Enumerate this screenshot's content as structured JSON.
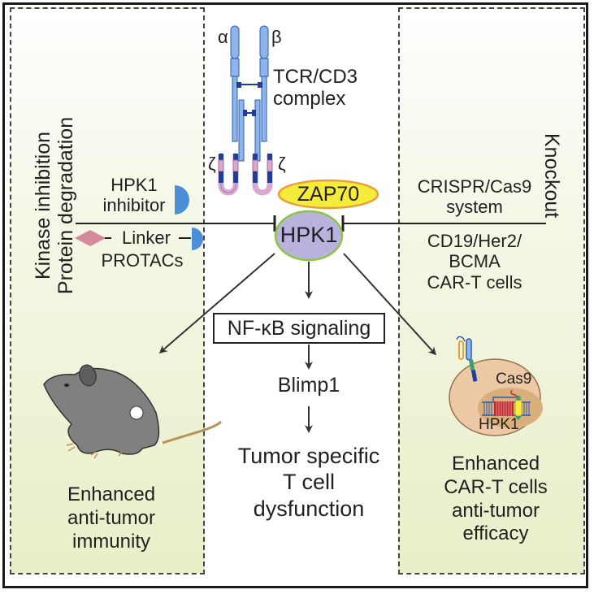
{
  "colors": {
    "panel_gradient_top": "#ffffff",
    "panel_gradient_bottom": "#e8efc8",
    "tcr_chain": "#8fb4e8",
    "tcr_chain_dark": "#2a5db0",
    "zeta_band": "#d9a8d0",
    "zap70_fill": "#f4ec3a",
    "zap70_stroke": "#e8a03a",
    "hpk1_fill": "#b9b2dc",
    "hpk1_stroke": "#8cc63f",
    "inhibitor_blue": "#4a8fd8",
    "protac_pink": "#d48a9a",
    "mouse_gray": "#808080",
    "mouse_tail": "#b8935a",
    "cell_fill": "#ecc9a4",
    "cell_stroke": "#9a7050",
    "nucleus_fill": "#d9b07c"
  },
  "tcr": {
    "alpha_label": "α",
    "beta_label": "β",
    "complex_label_line1": "TCR/CD3",
    "complex_label_line2": "complex",
    "zeta_left": "ζ",
    "zeta_right": "ζ"
  },
  "zap70": {
    "label": "ZAP70"
  },
  "hpk1": {
    "label": "HPK1"
  },
  "center": {
    "nfkb_label": "NF-κB signaling",
    "blimp1_label": "Blimp1",
    "outcome_line1": "Tumor specific",
    "outcome_line2": "T cell",
    "outcome_line3": "dysfunction"
  },
  "left_panel": {
    "vertical_line1": "Kinase inhibition",
    "vertical_line2": "Protein degradation",
    "inhibitor_line1": "HPK1",
    "inhibitor_line2": "inhibitor",
    "linker_label": "Linker",
    "protacs_label": "PROTACs",
    "outcome_line1": "Enhanced",
    "outcome_line2": "anti-tumor",
    "outcome_line3": "immunity"
  },
  "right_panel": {
    "vertical_label": "Knockout",
    "crispr_line1": "CRISPR/Cas9",
    "crispr_line2": "system",
    "cart_line1": "CD19/Her2/",
    "cart_line2": "BCMA",
    "cart_line3": "CAR-T cells",
    "cas9_label": "Cas9",
    "hpk1_gene_label": "HPK1",
    "outcome_line1": "Enhanced",
    "outcome_line2": "CAR-T cells",
    "outcome_line3": "anti-tumor",
    "outcome_line4": "efficacy"
  }
}
